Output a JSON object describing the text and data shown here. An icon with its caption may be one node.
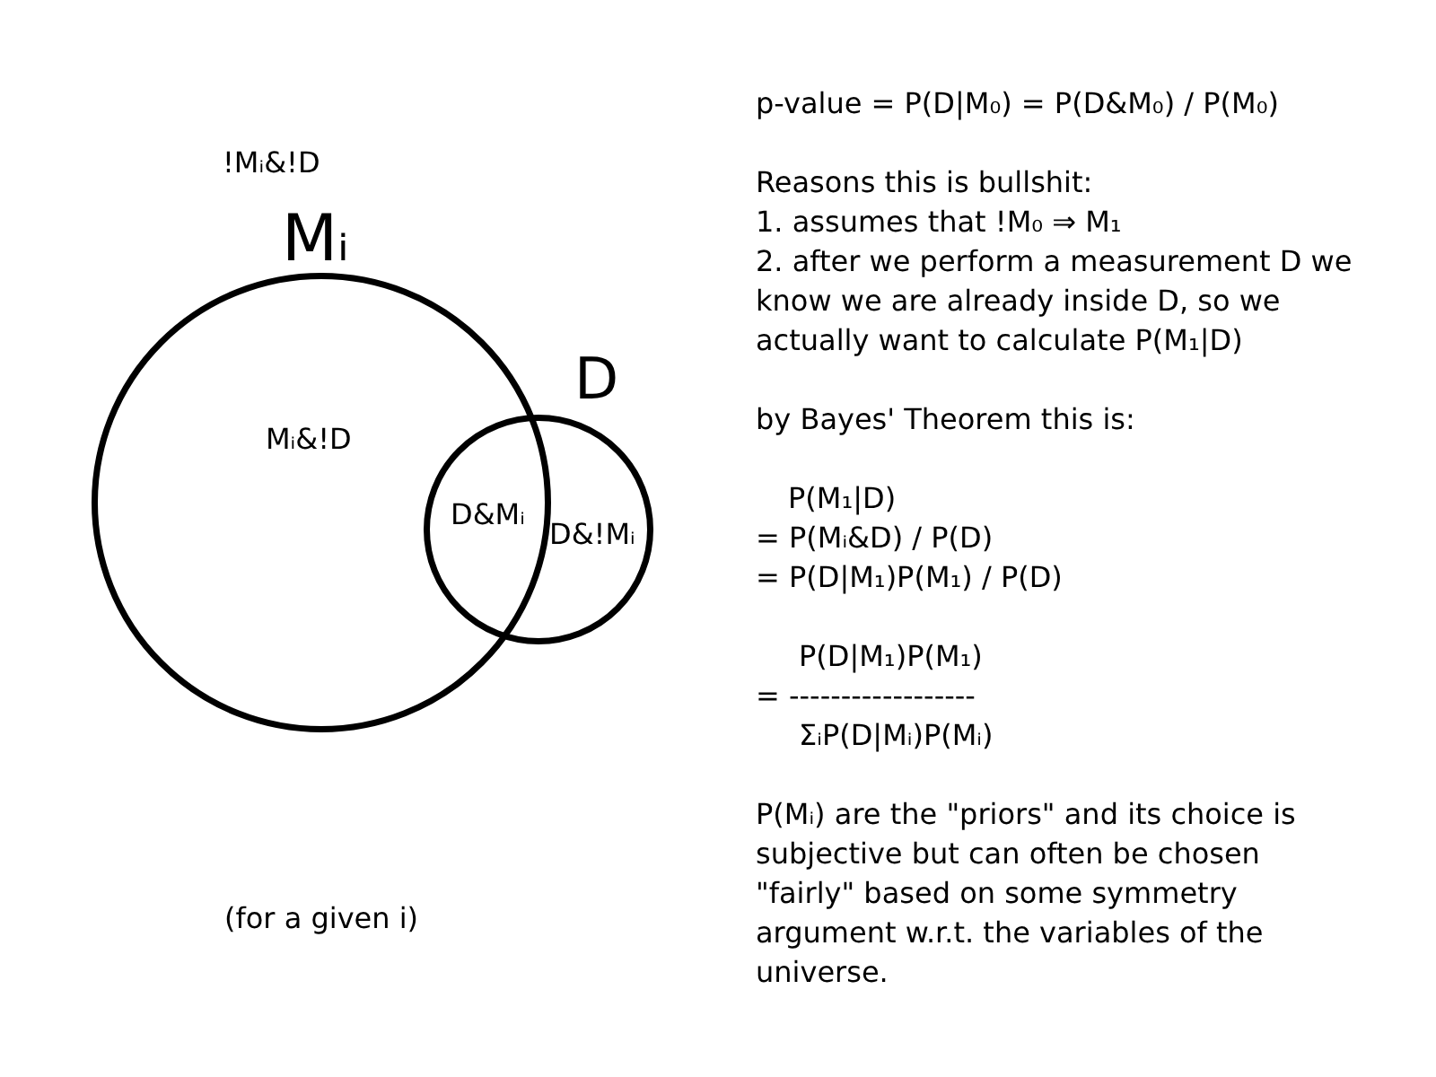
{
  "diagram": {
    "nodes": [
      {
        "text": [
          "Mᵢ",
          "Mᵢ&!D"
        ]
      },
      {
        "text": [
          "D",
          "D&!Mᵢ"
        ]
      }
    ],
    "edges": [],
    "labels": [
      "!Mᵢ&!D",
      "D&Mᵢ",
      "(for a given i)",
      "p-value = P(D|M₀) = P(D&M₀) / P(M₀)",
      "Reasons this is bullshit:",
      "1. assumes that !M₀ ⇒ M₁",
      "2. after we perform a measurement D we know we are already inside D, so we actually want to calculate P(M₁|D)",
      "by Bayes' Theorem this is:",
      "P(M₁|D)",
      "= P(Mᵢ&D) / P(D)",
      "= P(D|M₁)P(M₁) / P(D)",
      "P(D|M₁)P(M₁)",
      "= ------------------",
      "ΣᵢP(D|Mᵢ)P(Mᵢ)",
      "P(Mᵢ) are the \"priors\" and its choice is subjective but can often be chosen \"fairly\" based on some symmetry argument w.r.t. the variables of the universe."
    ]
  }
}
